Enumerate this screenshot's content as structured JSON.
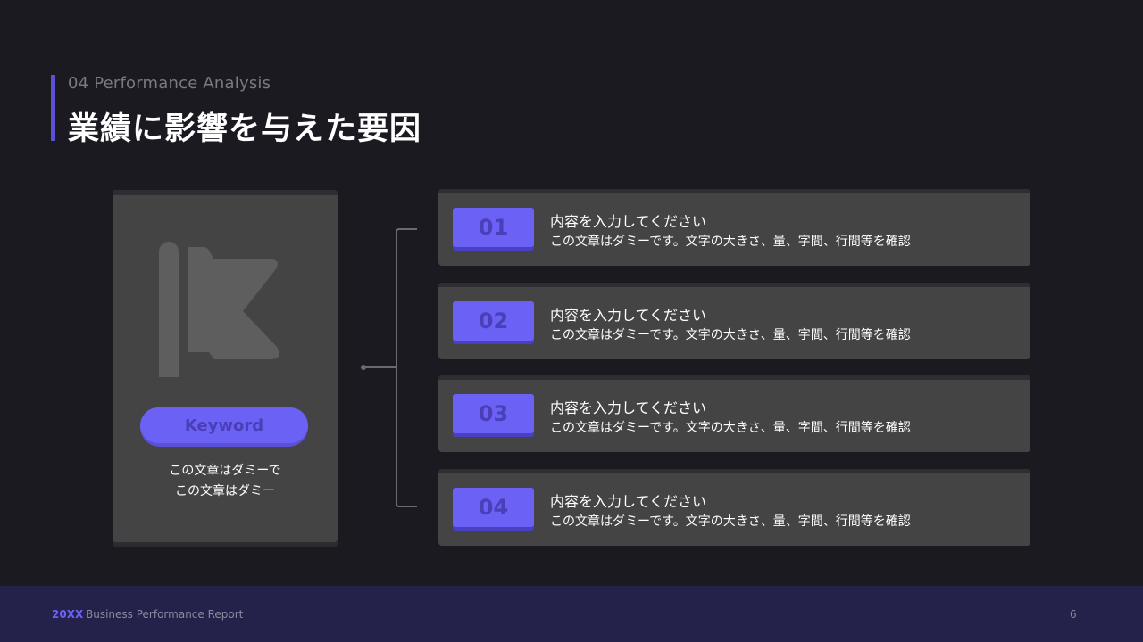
{
  "header": {
    "section_label": "04 Performance Analysis",
    "title": "業績に影響を与えた要因"
  },
  "left_card": {
    "logo_icon": "flag-k-logo-icon",
    "keyword": "Keyword",
    "desc_line1": "この文章はダミーで",
    "desc_line2": "この文章はダミー"
  },
  "items": [
    {
      "num": "01",
      "title": "内容を入力してください",
      "desc": "この文章はダミーです。文字の大きさ、量、字間、行間等を確認"
    },
    {
      "num": "02",
      "title": "内容を入力してください",
      "desc": "この文章はダミーです。文字の大きさ、量、字間、行間等を確認"
    },
    {
      "num": "03",
      "title": "内容を入力してください",
      "desc": "この文章はダミーです。文字の大きさ、量、字間、行間等を確認"
    },
    {
      "num": "04",
      "title": "内容を入力してください",
      "desc": "この文章はダミーです。文字の大きさ、量、字間、行間等を確認"
    }
  ],
  "footer": {
    "year": "20XX",
    "report_title": "Business Performance Report",
    "page_number": "6"
  },
  "colors": {
    "background": "#1b1a21",
    "accent": "#6b61f5",
    "card": "#444444",
    "footer": "#24224a"
  }
}
